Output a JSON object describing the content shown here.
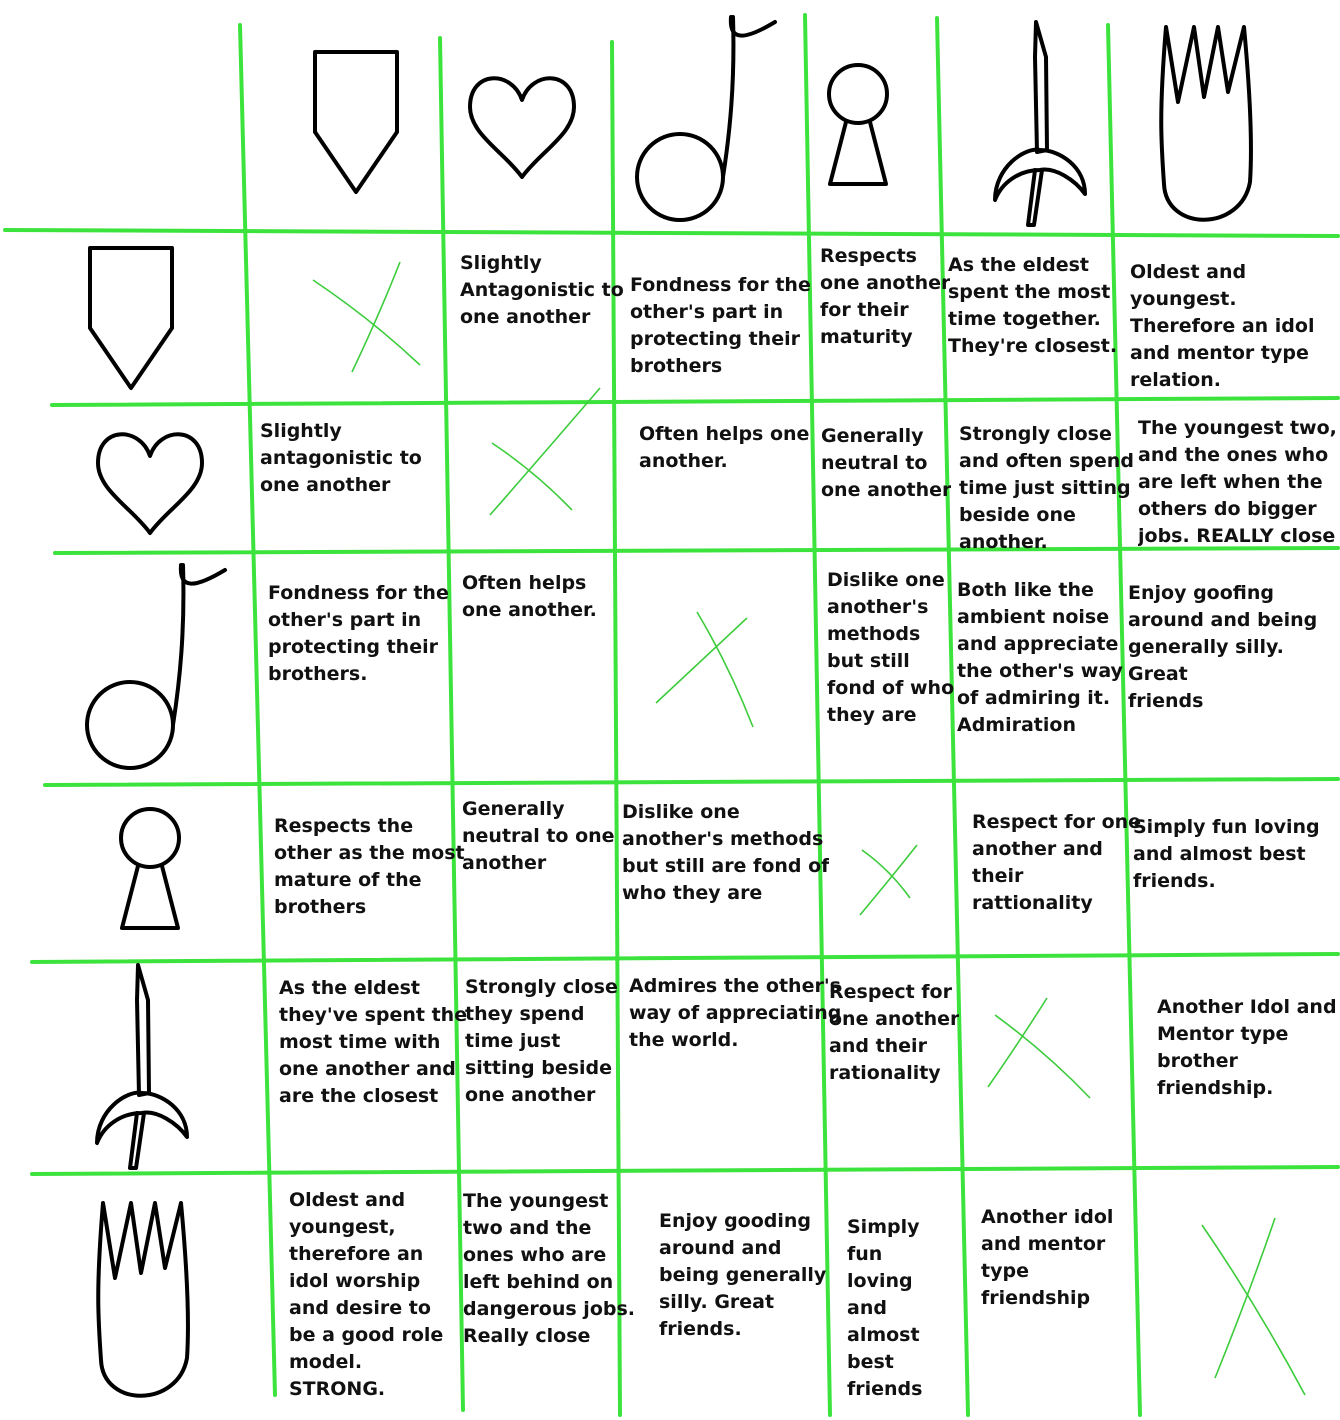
{
  "colors": {
    "grid": "#3de33d",
    "ink": "#000000",
    "x_mark": "#3ccc3c",
    "text": "#111111",
    "background": "#ffffff"
  },
  "symbols": [
    "shield-icon",
    "heart-icon",
    "music-note-icon",
    "keyhole-icon",
    "sword-icon",
    "crown-icon"
  ],
  "rows": [
    {
      "symbol": "shield-icon",
      "cells": [
        null,
        "Slightly\nAntagonistic to\none another",
        "Fondness for the\nother's part in\nprotecting their\nbrothers",
        "Respects\none another\nfor their\nmaturity",
        "As the eldest\nspent the most\ntime together.\nThey're closest.",
        "Oldest and\nyoungest.\nTherefore an idol\nand mentor type\nrelation."
      ]
    },
    {
      "symbol": "heart-icon",
      "cells": [
        "Slightly\nantagonistic to\none another",
        null,
        "Often helps one\nanother.",
        "Generally\nneutral to\none another",
        "Strongly close\nand often spend\ntime just sitting\nbeside one\nanother.",
        "The youngest two,\nand the ones who\nare left when the\nothers do bigger\njobs. REALLY close"
      ]
    },
    {
      "symbol": "music-note-icon",
      "cells": [
        "Fondness for the\nother's part in\nprotecting their\nbrothers.",
        "Often helps\none another.",
        null,
        "Dislike one\nanother's\nmethods\nbut still\nfond of who\nthey are",
        "Both like the\nambient noise\nand appreciate\nthe other's way\nof admiring it.\nAdmiration",
        "Enjoy goofing\naround and being\ngenerally silly. Great\nfriends"
      ]
    },
    {
      "symbol": "keyhole-icon",
      "cells": [
        "Respects the\nother as the most\nmature of the\nbrothers",
        "Generally\nneutral to one\nanother",
        "Dislike one\nanother's methods\nbut still are fond of\nwho they are",
        null,
        "Respect for one\nanother and\ntheir\nrattionality",
        "Simply fun loving\nand almost best\nfriends."
      ]
    },
    {
      "symbol": "sword-icon",
      "cells": [
        "As the eldest\nthey've spent the\nmost time with\none another and\nare the closest",
        "Strongly close\nthey spend\ntime just\nsitting beside\none another",
        "Admires the other's\nway of appreciating\nthe world.",
        "Respect for\none another\nand their\nrationality",
        null,
        "Another Idol and\nMentor type\nbrother\nfriendship."
      ]
    },
    {
      "symbol": "crown-icon",
      "cells": [
        "Oldest and\nyoungest,\ntherefore an\nidol worship\nand desire to\nbe a good role\nmodel.\nSTRONG.",
        "The youngest\ntwo and the\nones who are\nleft behind on\ndangerous jobs.\nReally close",
        "Enjoy gooding\naround and\nbeing generally\nsilly. Great\nfriends.",
        "Simply\nfun\nloving\nand\nalmost\nbest\nfriends",
        "Another idol\nand mentor\ntype\nfriendship",
        null
      ]
    }
  ]
}
